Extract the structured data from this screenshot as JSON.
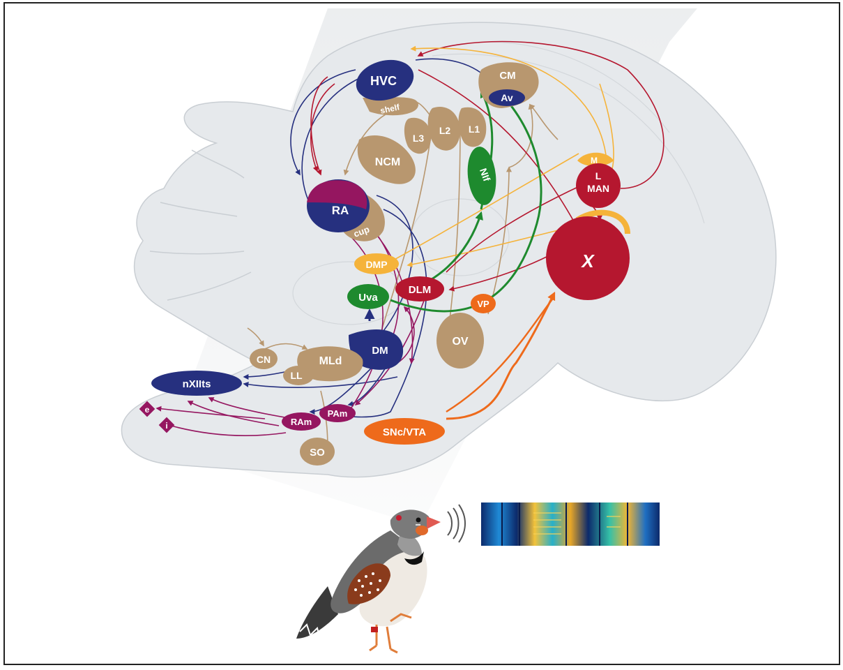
{
  "colors": {
    "tan": "#B8976F",
    "navy": "#26307F",
    "crimson": "#B5172F",
    "magenta": "#951660",
    "green": "#1E8A2E",
    "gold": "#F5B33A",
    "orange": "#EE6A1B",
    "brain": "#E6E9EC",
    "brainEdge": "#C9CED3"
  },
  "nuclei": {
    "hvc": "HVC",
    "cm": "CM",
    "av": "Av",
    "shelf": "shelf",
    "l3": "L3",
    "l2": "L2",
    "l1": "L1",
    "ncm": "NCM",
    "nif": "NIf",
    "m": "M",
    "lman": "L",
    "lman2": "MAN",
    "ra": "RA",
    "cup": "cup",
    "x": "X",
    "dmp": "DMP",
    "dlm": "DLM",
    "uva": "Uva",
    "vp": "VP",
    "dm": "DM",
    "ov": "OV",
    "cn": "CN",
    "mld": "MLd",
    "ll": "LL",
    "nxiits": "nXIIts",
    "ram": "RAm",
    "pam": "PAm",
    "e": "e",
    "i": "i",
    "so": "SO",
    "snc_vta": "SNc/VTA"
  }
}
